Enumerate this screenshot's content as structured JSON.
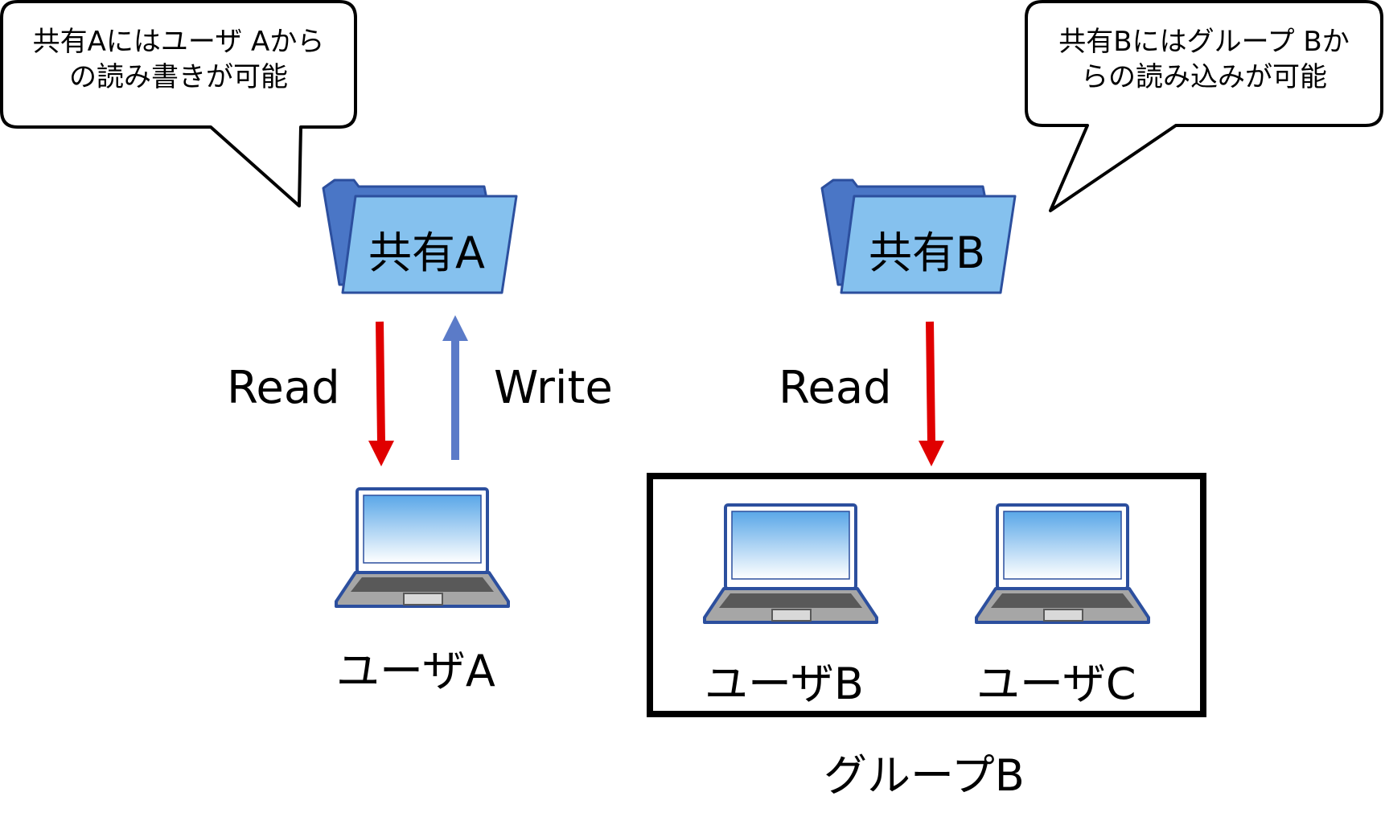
{
  "bubbles": {
    "left": {
      "line1": "共有Aにはユーザ Aから",
      "line2": "の読み書きが可能"
    },
    "right": {
      "line1": "共有Bにはグループ Bか",
      "line2": "らの読み込みが可能"
    }
  },
  "folders": {
    "a": {
      "label": "共有A",
      "icon": "folder-icon"
    },
    "b": {
      "label": "共有B",
      "icon": "folder-icon"
    }
  },
  "arrows": {
    "read_a": "Read",
    "write_a": "Write",
    "read_b": "Read"
  },
  "users": {
    "a": {
      "label": "ユーザA",
      "icon": "laptop-icon"
    },
    "b": {
      "label": "ユーザB",
      "icon": "laptop-icon"
    },
    "c": {
      "label": "ユーザC",
      "icon": "laptop-icon"
    }
  },
  "group": {
    "label": "グループB"
  },
  "colors": {
    "read_arrow": "#e00000",
    "write_arrow": "#5b7bc8",
    "folder_front": "#85c1ee",
    "folder_back": "#4a76c6",
    "folder_outline": "#2c4f9e",
    "laptop_body": "#a6a6a6",
    "laptop_keys": "#595959",
    "laptop_frame": "#2c4f9e"
  }
}
